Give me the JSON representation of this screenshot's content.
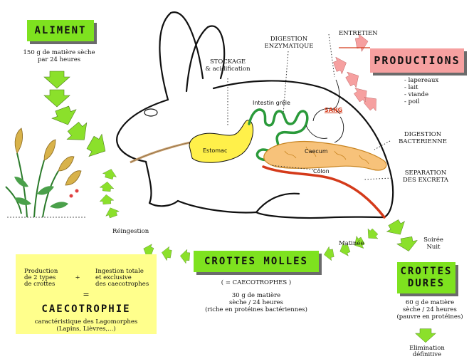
{
  "aliment": {
    "title": "ALIMENT",
    "desc_line1": "150 g de matière sèche",
    "desc_line2": "par 24 heures"
  },
  "productions": {
    "title": "PRODUCTIONS",
    "items": [
      "lapereaux",
      "lait",
      "viande",
      "poil"
    ]
  },
  "labels": {
    "entretien": "ENTRETIEN",
    "stockage_1": "STOCKAGE",
    "stockage_2": "& acidification",
    "digestion_enz_1": "DIGESTION",
    "digestion_enz_2": "ENZYMATIQUE",
    "intestin": "Intestin grêle",
    "sang": "SANG",
    "estomac": "Estomac",
    "caecum": "Caecum",
    "colon": "Côlon",
    "digestion_bact_1": "DIGESTION",
    "digestion_bact_2": "BACTERIENNE",
    "separation_1": "SEPARATION",
    "separation_2": "DES EXCRETA",
    "reingestion": "Réingestion",
    "matinee": "Matinée",
    "soiree_1": "Soirée",
    "soiree_2": "Nuit",
    "elimination_1": "Elimination",
    "elimination_2": "définitive"
  },
  "crottes_molles": {
    "title": "CROTTES MOLLES",
    "subtitle": "( = CAECOTROPHES )",
    "desc_line1": "30 g de matière",
    "desc_line2": "sèche / 24 heures",
    "desc_line3": "(riche en protéines bactériennes)"
  },
  "crottes_dures": {
    "title_line1": "CROTTES",
    "title_line2": "DURES",
    "desc_line1": "60 g de matière",
    "desc_line2": "sèche / 24 heures",
    "desc_line3": "(pauvre en protéines)"
  },
  "caecotrophie": {
    "prod_line1": "Production",
    "prod_line2": "de 2 types",
    "prod_line3": "de crottes",
    "plus": "+",
    "ingestion_line1": "Ingestion totale",
    "ingestion_line2": "et exclusive",
    "ingestion_line3": "des caecotrophes",
    "equals": "=",
    "title": "CAECOTROPHIE",
    "desc_line1": "caractéristique des Lagomorphes",
    "desc_line2": "(Lapins, Lièvres,...)"
  },
  "colors": {
    "arrow_green": "#8be02b",
    "box_green": "#7ee21f",
    "production_pink": "#f6a0a0",
    "estomac_yellow": "#fff04a",
    "caecum_orange": "#f7c27a",
    "colon_red": "#d43a1a",
    "intestin_green": "#2a9a3a",
    "panel_yellow": "#ffff8c"
  }
}
